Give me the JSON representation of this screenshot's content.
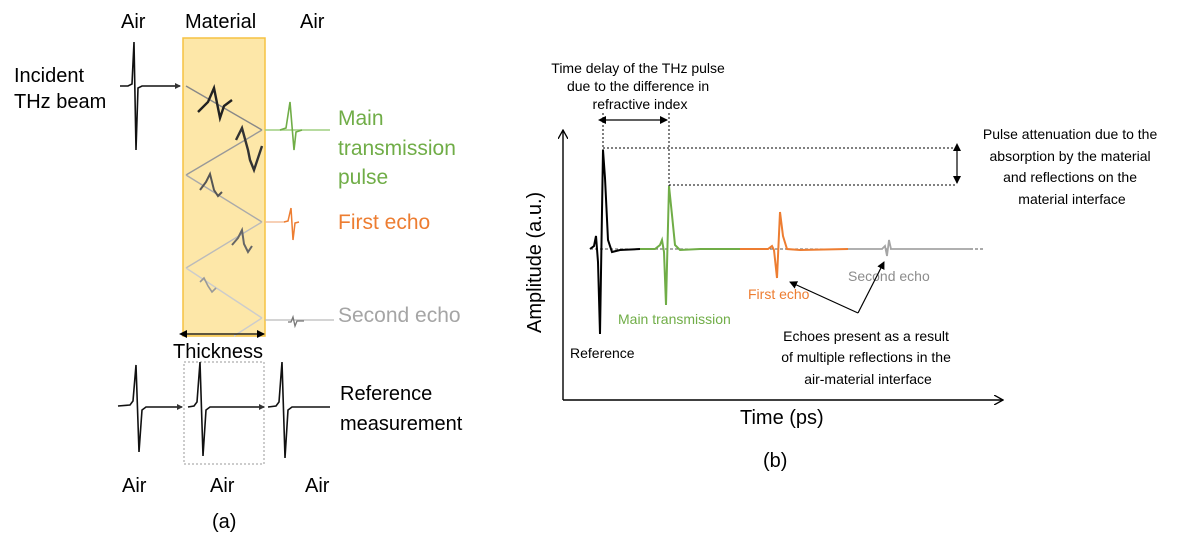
{
  "panel_a": {
    "caption": "(a)",
    "top_labels": {
      "air_left": "Air",
      "material": "Material",
      "air_right": "Air"
    },
    "incident": {
      "line1": "Incident",
      "line2": "THz beam"
    },
    "main_transmission": {
      "line1": "Main",
      "line2": "transmission",
      "line3": "pulse"
    },
    "first_echo": "First echo",
    "second_echo": "Second echo",
    "thickness": "Thickness",
    "reference": {
      "line1": "Reference",
      "line2": "measurement"
    },
    "bottom_labels": {
      "air1": "Air",
      "air2": "Air",
      "air3": "Air"
    }
  },
  "panel_b": {
    "caption": "(b)",
    "y_axis_label": "Amplitude (a.u.)",
    "x_axis_label": "Time (ps)",
    "time_delay_note": {
      "line1": "Time delay of the THz pulse",
      "line2": "due to the difference in",
      "line3": "refractive index"
    },
    "attenuation_note": {
      "line1": "Pulse attenuation due to the",
      "line2": "absorption by the material",
      "line3": "and reflections on the",
      "line4": "material interface"
    },
    "echoes_note": {
      "line1": "Echoes present as a result",
      "line2": "of multiple reflections in the",
      "line3": "air-material interface"
    },
    "pulse_labels": {
      "reference": "Reference",
      "main_transmission": "Main transmission",
      "first_echo": "First echo",
      "second_echo": "Second echo"
    }
  },
  "colors": {
    "black": "#000000",
    "green": "#70ad47",
    "orange": "#ed7d31",
    "gray": "#a5a5a5",
    "material_fill": "#fde7a8",
    "material_border": "#f5c242"
  }
}
